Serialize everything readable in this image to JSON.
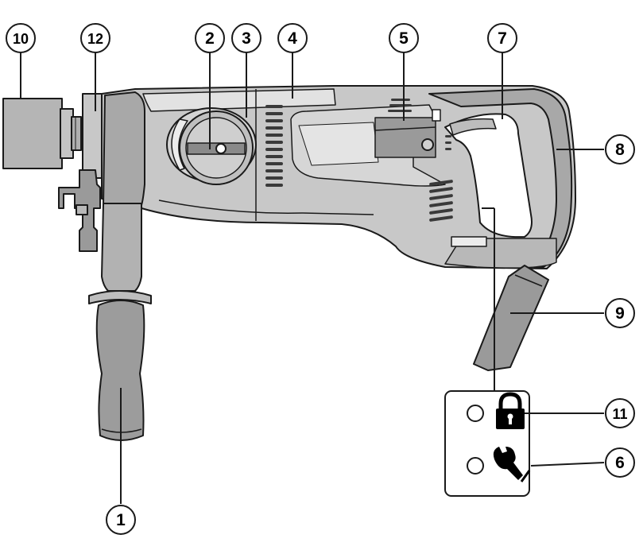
{
  "callouts": [
    {
      "id": "c1",
      "label": "1"
    },
    {
      "id": "c2",
      "label": "2"
    },
    {
      "id": "c3",
      "label": "3"
    },
    {
      "id": "c4",
      "label": "4"
    },
    {
      "id": "c5",
      "label": "5"
    },
    {
      "id": "c6",
      "label": "6"
    },
    {
      "id": "c7",
      "label": "7"
    },
    {
      "id": "c8",
      "label": "8"
    },
    {
      "id": "c9",
      "label": "9"
    },
    {
      "id": "c10",
      "label": "10"
    },
    {
      "id": "c11",
      "label": "11"
    },
    {
      "id": "c12",
      "label": "12"
    }
  ],
  "indicator_panel": {
    "icons": [
      "lock-icon",
      "wrench-icon"
    ]
  },
  "colors": {
    "body_gray": "#bdbdbd",
    "light_gray": "#d9d9d9",
    "dark_gray": "#8c8c8c",
    "outline": "#1a1a1a"
  }
}
